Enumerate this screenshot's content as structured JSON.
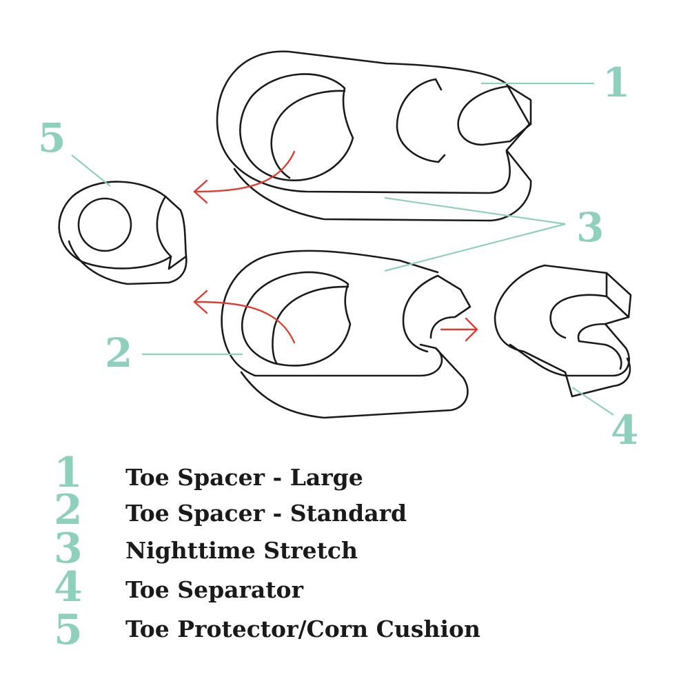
{
  "colors": {
    "accent": "#8fd0bd",
    "arrow": "#e23b2e",
    "outline": "#1a1a1a",
    "text": "#1a1a1a"
  },
  "callouts": {
    "c1": "1",
    "c2": "2",
    "c3": "3",
    "c4": "4",
    "c5": "5"
  },
  "legend": {
    "items": [
      {
        "number": "1",
        "label": "Toe Spacer - Large"
      },
      {
        "number": "2",
        "label": "Toe Spacer - Standard"
      },
      {
        "number": "3",
        "label": "Nighttime Stretch"
      },
      {
        "number": "4",
        "label": "Toe Separator"
      },
      {
        "number": "5",
        "label": "Toe Protector/Corn Cushion"
      }
    ]
  }
}
